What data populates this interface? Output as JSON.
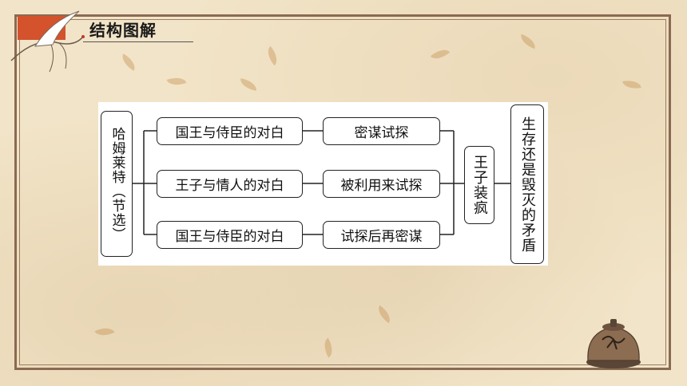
{
  "header": {
    "title": "结构图解"
  },
  "diagram": {
    "root": "哈姆莱特（节选）",
    "branches": [
      {
        "dialogue": "国王与侍臣的对白",
        "action": "密谋试探"
      },
      {
        "dialogue": "王子与情人的对白",
        "action": "被利用来试探"
      },
      {
        "dialogue": "国王与侍臣的对白",
        "action": "试探后再密谋"
      }
    ],
    "merge": "王子装疯",
    "conclusion": "生存还是毁灭的矛盾"
  },
  "colors": {
    "accent": "#d4522c",
    "frame": "#8a6a52"
  }
}
